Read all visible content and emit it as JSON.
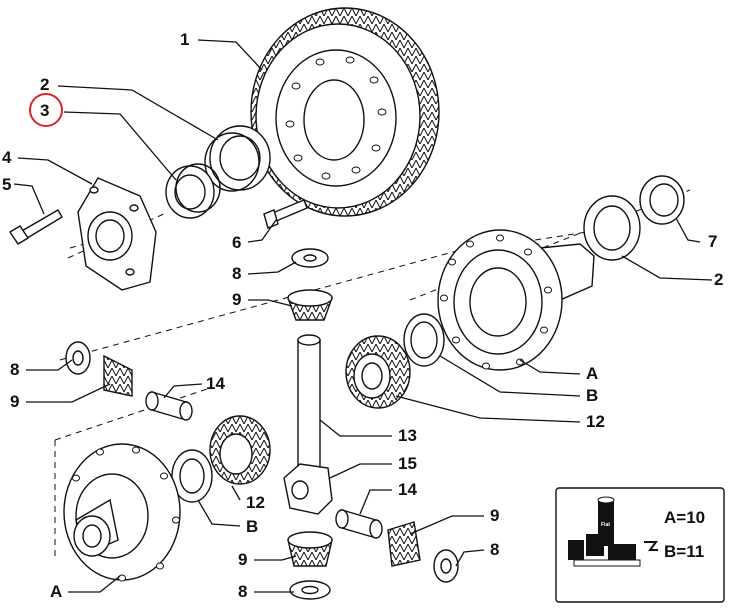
{
  "title": "Differential assembly exploded view",
  "callouts": {
    "c1": "1",
    "c2a": "2",
    "c3": "3",
    "c4": "4",
    "c5": "5",
    "c6": "6",
    "c7": "7",
    "c2b": "2",
    "c8a": "8",
    "c9a": "9",
    "c8b": "8",
    "c9b": "9",
    "c14a": "14",
    "cA1": "A",
    "cB1": "B",
    "c12a": "12",
    "c13": "13",
    "c15": "15",
    "c12b": "12",
    "cB2": "B",
    "c14b": "14",
    "c9c": "9",
    "c8c": "8",
    "c9d": "9",
    "c8d": "8",
    "cA2": "A"
  },
  "highlight": {
    "label": "3",
    "color": "#d9232e"
  },
  "legend": {
    "a_value": "A=10",
    "b_value": "B=11",
    "logo_word": "Fiat"
  },
  "colors": {
    "ink": "#111111",
    "highlight": "#d9232e",
    "paper": "#ffffff"
  }
}
